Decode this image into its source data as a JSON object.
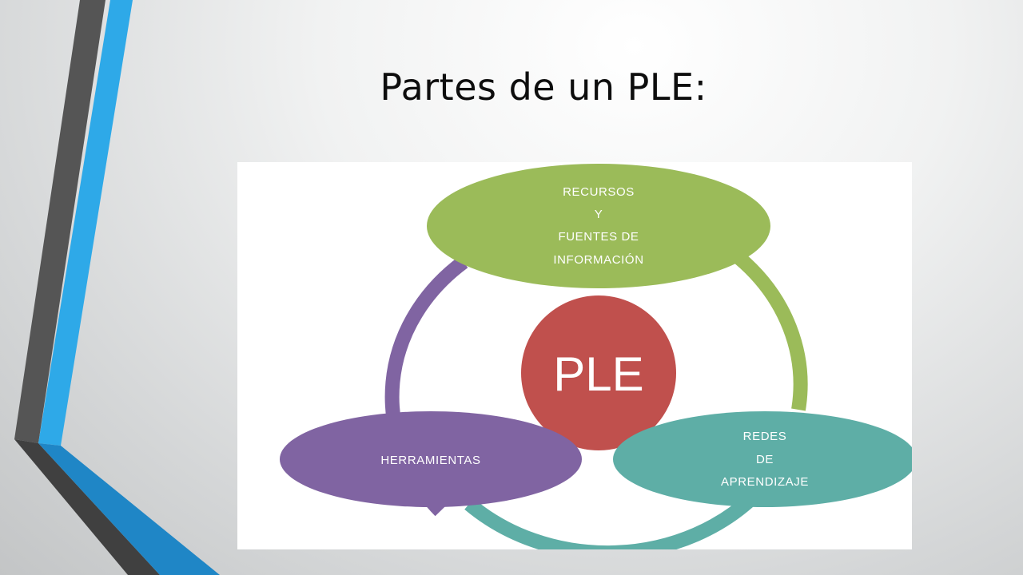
{
  "slide": {
    "title": "Partes de un PLE:"
  },
  "diagram": {
    "center": {
      "label": "PLE",
      "color": "#c0504d"
    },
    "nodes": {
      "top": {
        "lines": [
          "RECURSOS",
          "Y",
          "FUENTES DE",
          "INFORMACIÓN"
        ],
        "color": "#9bbb59"
      },
      "left": {
        "lines": [
          "HERRAMIENTAS"
        ],
        "color": "#8064a2"
      },
      "right": {
        "lines": [
          "REDES",
          "DE",
          "APRENDIZAJE"
        ],
        "color": "#5eaea6"
      }
    },
    "ring_colors": {
      "left_arc": "#8064a2",
      "right_arc": "#9bbb59",
      "bottom_arc": "#5eaea6"
    }
  },
  "theme": {
    "accent_blue": "#2ea9e8",
    "accent_dark": "#555555"
  }
}
